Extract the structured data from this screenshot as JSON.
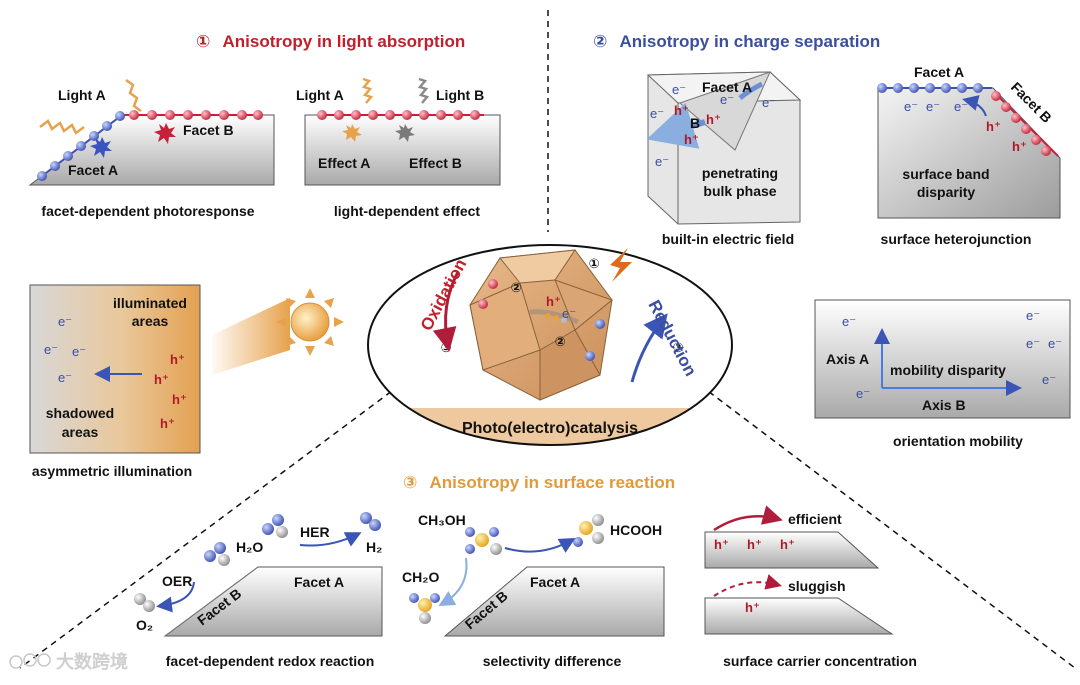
{
  "sections": {
    "light_absorption": {
      "number": "①",
      "title": "Anisotropy in light absorption"
    },
    "charge_separation": {
      "number": "②",
      "title": "Anisotropy in charge separation"
    },
    "surface_reaction": {
      "number": "③",
      "title": "Anisotropy in surface reaction"
    }
  },
  "facet_photoresponse": {
    "light_a": "Light A",
    "facet_b": "Facet B",
    "facet_a": "Facet A",
    "caption": "facet-dependent photoresponse"
  },
  "light_effect": {
    "light_a": "Light  A",
    "light_b": "Light B",
    "effect_a": "Effect A",
    "effect_b": "Effect B",
    "caption": "light-dependent effect"
  },
  "builtin_field": {
    "facet_a": "Facet A",
    "b": "B",
    "line1": "penetrating",
    "line2": "bulk phase",
    "caption": "built-in electric field"
  },
  "heterojunction": {
    "facet_a": "Facet A",
    "facet_b": "Facet B",
    "line1": "surface band",
    "line2": "disparity",
    "caption": "surface heterojunction"
  },
  "illumination": {
    "top1": "illuminated",
    "top2": "areas",
    "bottom1": "shadowed",
    "bottom2": "areas",
    "caption": "asymmetric illumination"
  },
  "mobility": {
    "axis_a": "Axis A",
    "axis_b": "Axis B",
    "center": "mobility disparity",
    "caption": "orientation mobility"
  },
  "center": {
    "oxidation": "Oxidation",
    "reduction": "Reduction",
    "label": "Photo(electro)catalysis",
    "n1": "①",
    "n2": "②",
    "n3": "③"
  },
  "redox": {
    "oer": "OER",
    "her": "HER",
    "h2o": "H₂O",
    "h2": "H₂",
    "o2": "O₂",
    "facet_a": "Facet A",
    "facet_b": "Facet B",
    "caption": "facet-dependent redox reaction"
  },
  "selectivity": {
    "ch3oh": "CH₃OH",
    "hcooh": "HCOOH",
    "ch2o": "CH₂O",
    "facet_a": "Facet A",
    "facet_b": "Facet B",
    "caption": "selectivity difference"
  },
  "carrier": {
    "efficient": "efficient",
    "sluggish": "sluggish",
    "caption": "surface carrier concentration"
  },
  "symbols": {
    "electron": "e⁻",
    "hole": "h⁺"
  },
  "watermark": "大数跨境"
}
